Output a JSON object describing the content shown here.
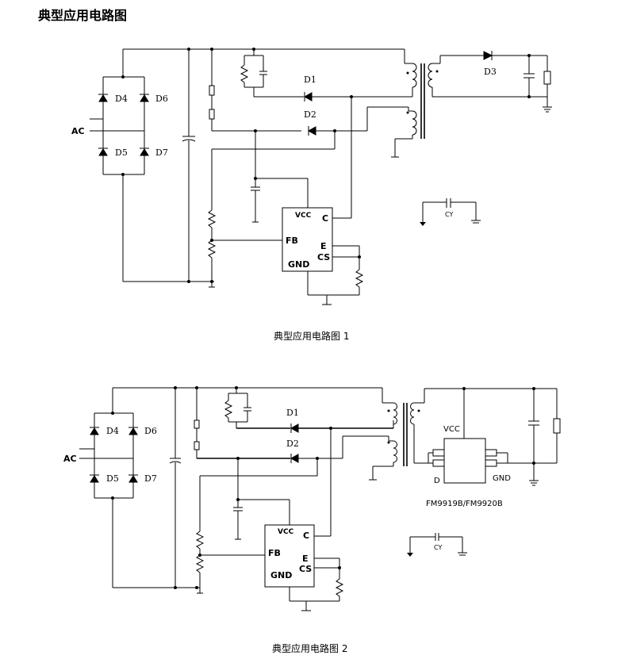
{
  "page": {
    "title": "典型应用电路图"
  },
  "figure1": {
    "caption": "典型应用电路图 1",
    "labels": {
      "ac": "AC",
      "d4": "D4",
      "d6": "D6",
      "d5": "D5",
      "d7": "D7",
      "d1": "D1",
      "d2": "D2",
      "d3": "D3",
      "vcc": "VCC",
      "c": "C",
      "fb": "FB",
      "e": "E",
      "cs": "CS",
      "gnd": "GND",
      "cy": "CY"
    }
  },
  "figure2": {
    "caption": "典型应用电路图 2",
    "labels": {
      "ac": "AC",
      "d4": "D4",
      "d6": "D6",
      "d5": "D5",
      "d7": "D7",
      "d1": "D1",
      "d2": "D2",
      "vcc": "VCC",
      "c": "C",
      "fb": "FB",
      "e": "E",
      "cs": "CS",
      "gnd": "GND",
      "cy": "CY",
      "sr_vcc": "VCC",
      "sr_d": "D",
      "sr_gnd": "GND",
      "sr_part": "FM9919B/FM9920B"
    }
  }
}
